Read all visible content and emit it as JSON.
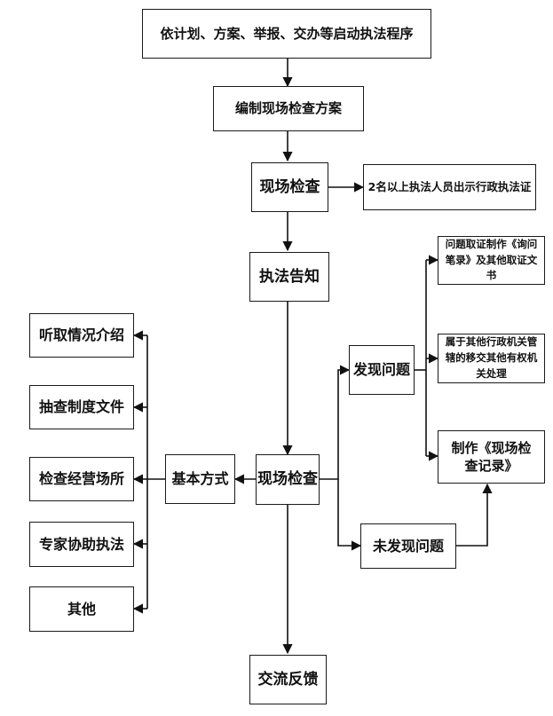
{
  "flowchart": {
    "start": "依计划、方案、举报、交办等启动执法程序",
    "plan": "编制现场检查方案",
    "inspect": "现场检查",
    "credentials": "2名以上执法人员出示行政执法证",
    "notify": "执法告知",
    "site_check": "现场检查",
    "basic_methods": "基本方式",
    "methods": [
      "听取情况介绍",
      "抽查制度文件",
      "检查经营场所",
      "专家协助执法",
      "其他"
    ],
    "found_issue": "发现问题",
    "no_issue": "未发现问题",
    "evidence": "问题取证制作《询问笔录》及其他取证文书",
    "transfer": "属于其他行政机关管辖的移交其他有权机关处理",
    "record": "制作《现场检查记录》",
    "feedback": "交流反馈"
  }
}
